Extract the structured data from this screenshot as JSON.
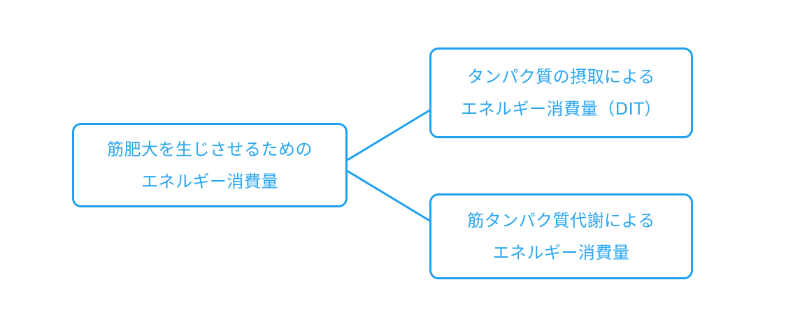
{
  "diagram": {
    "type": "mind-map",
    "background_color": "#ffffff",
    "accent_color": "#1fa0f0",
    "text_color": "#2ba6f0",
    "root": {
      "id": "root",
      "lines": [
        "筋肥大を生じさせるための",
        "エネルギー消費量"
      ]
    },
    "branches": [
      {
        "id": "dit",
        "lines": [
          "タンパク質の摂取による",
          "エネルギー消費量（DIT）"
        ]
      },
      {
        "id": "muscle",
        "lines": [
          "筋タンパク質代謝による",
          "エネルギー消費量"
        ]
      }
    ],
    "connectors": [
      {
        "id": "root-to-dit",
        "from": "root",
        "to": "dit"
      },
      {
        "id": "root-to-muscle",
        "from": "root",
        "to": "muscle"
      }
    ]
  }
}
